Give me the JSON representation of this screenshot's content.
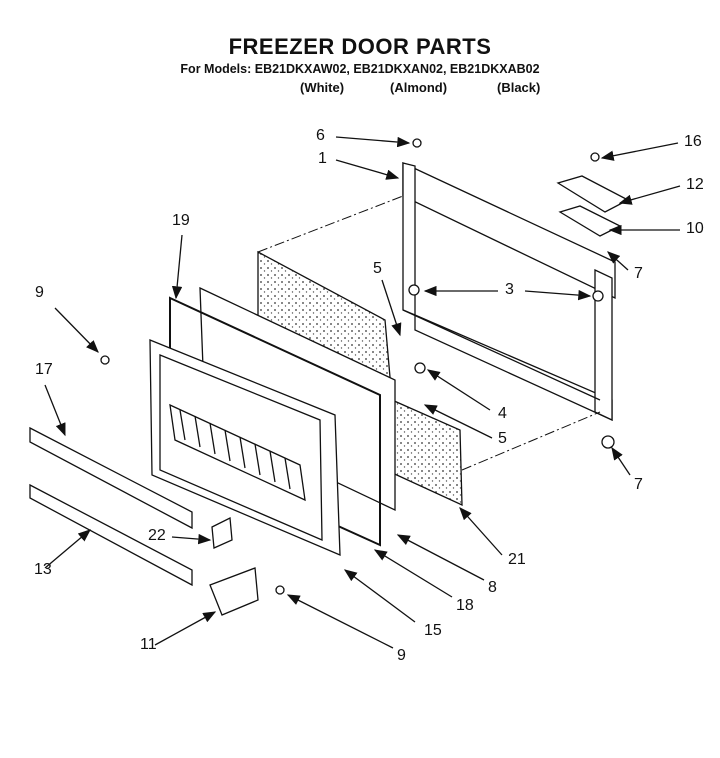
{
  "title": "FREEZER DOOR PARTS",
  "models_line": "For Models: EB21DKXAW02, EB21DKXAN02, EB21DKXAB02",
  "finishes": [
    "(White)",
    "(Almond)",
    "(Black)"
  ],
  "callouts": [
    "6",
    "1",
    "16",
    "12",
    "10",
    "19",
    "5",
    "7",
    "9",
    "3",
    "3",
    "17",
    "4",
    "5",
    "7",
    "22",
    "13",
    "21",
    "8",
    "18",
    "15",
    "11",
    "9"
  ]
}
